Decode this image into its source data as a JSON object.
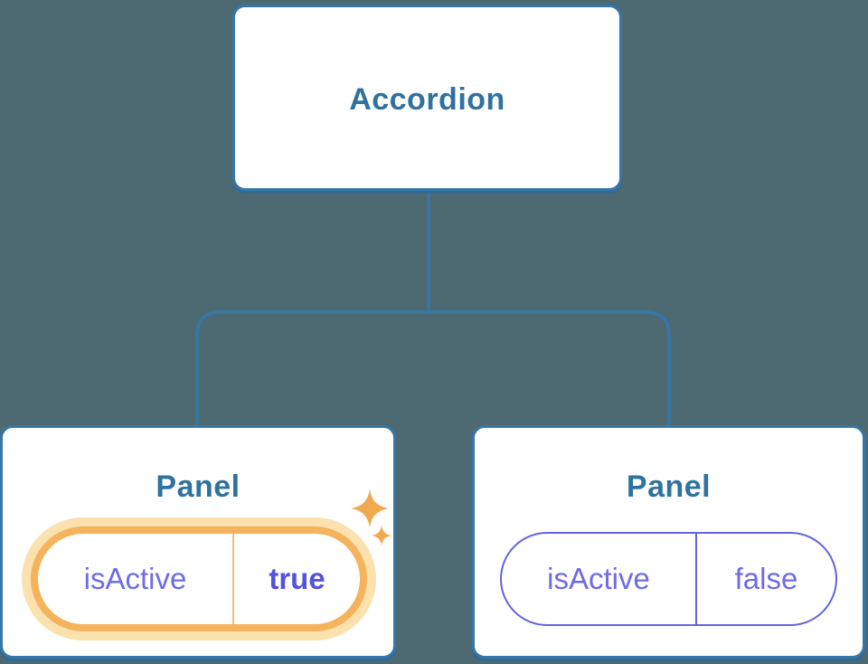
{
  "diagram": {
    "type": "component-tree",
    "root": {
      "label": "Accordion"
    },
    "children": [
      {
        "label": "Panel",
        "prop_name": "isActive",
        "prop_value": "true",
        "highlighted": true,
        "decoration": "sparkles-icon"
      },
      {
        "label": "Panel",
        "prop_name": "isActive",
        "prop_value": "false",
        "highlighted": false
      }
    ]
  },
  "colors": {
    "background": "#4D6972",
    "node_fill": "#FFFFFF",
    "node_border": "#3577A8",
    "node_title_text": "#30729F",
    "connector_line": "#3577A8",
    "highlight_pill_border": "#F5B35C",
    "highlight_pill_halo": "#FAE1AE",
    "highlight_pill_divider": "#F3C077",
    "sparkle": "#F1A94F",
    "prop_name_text": "#6E6CE4",
    "prop_value_active_text": "#5553DA",
    "inactive_pill_border": "#6463DC"
  }
}
